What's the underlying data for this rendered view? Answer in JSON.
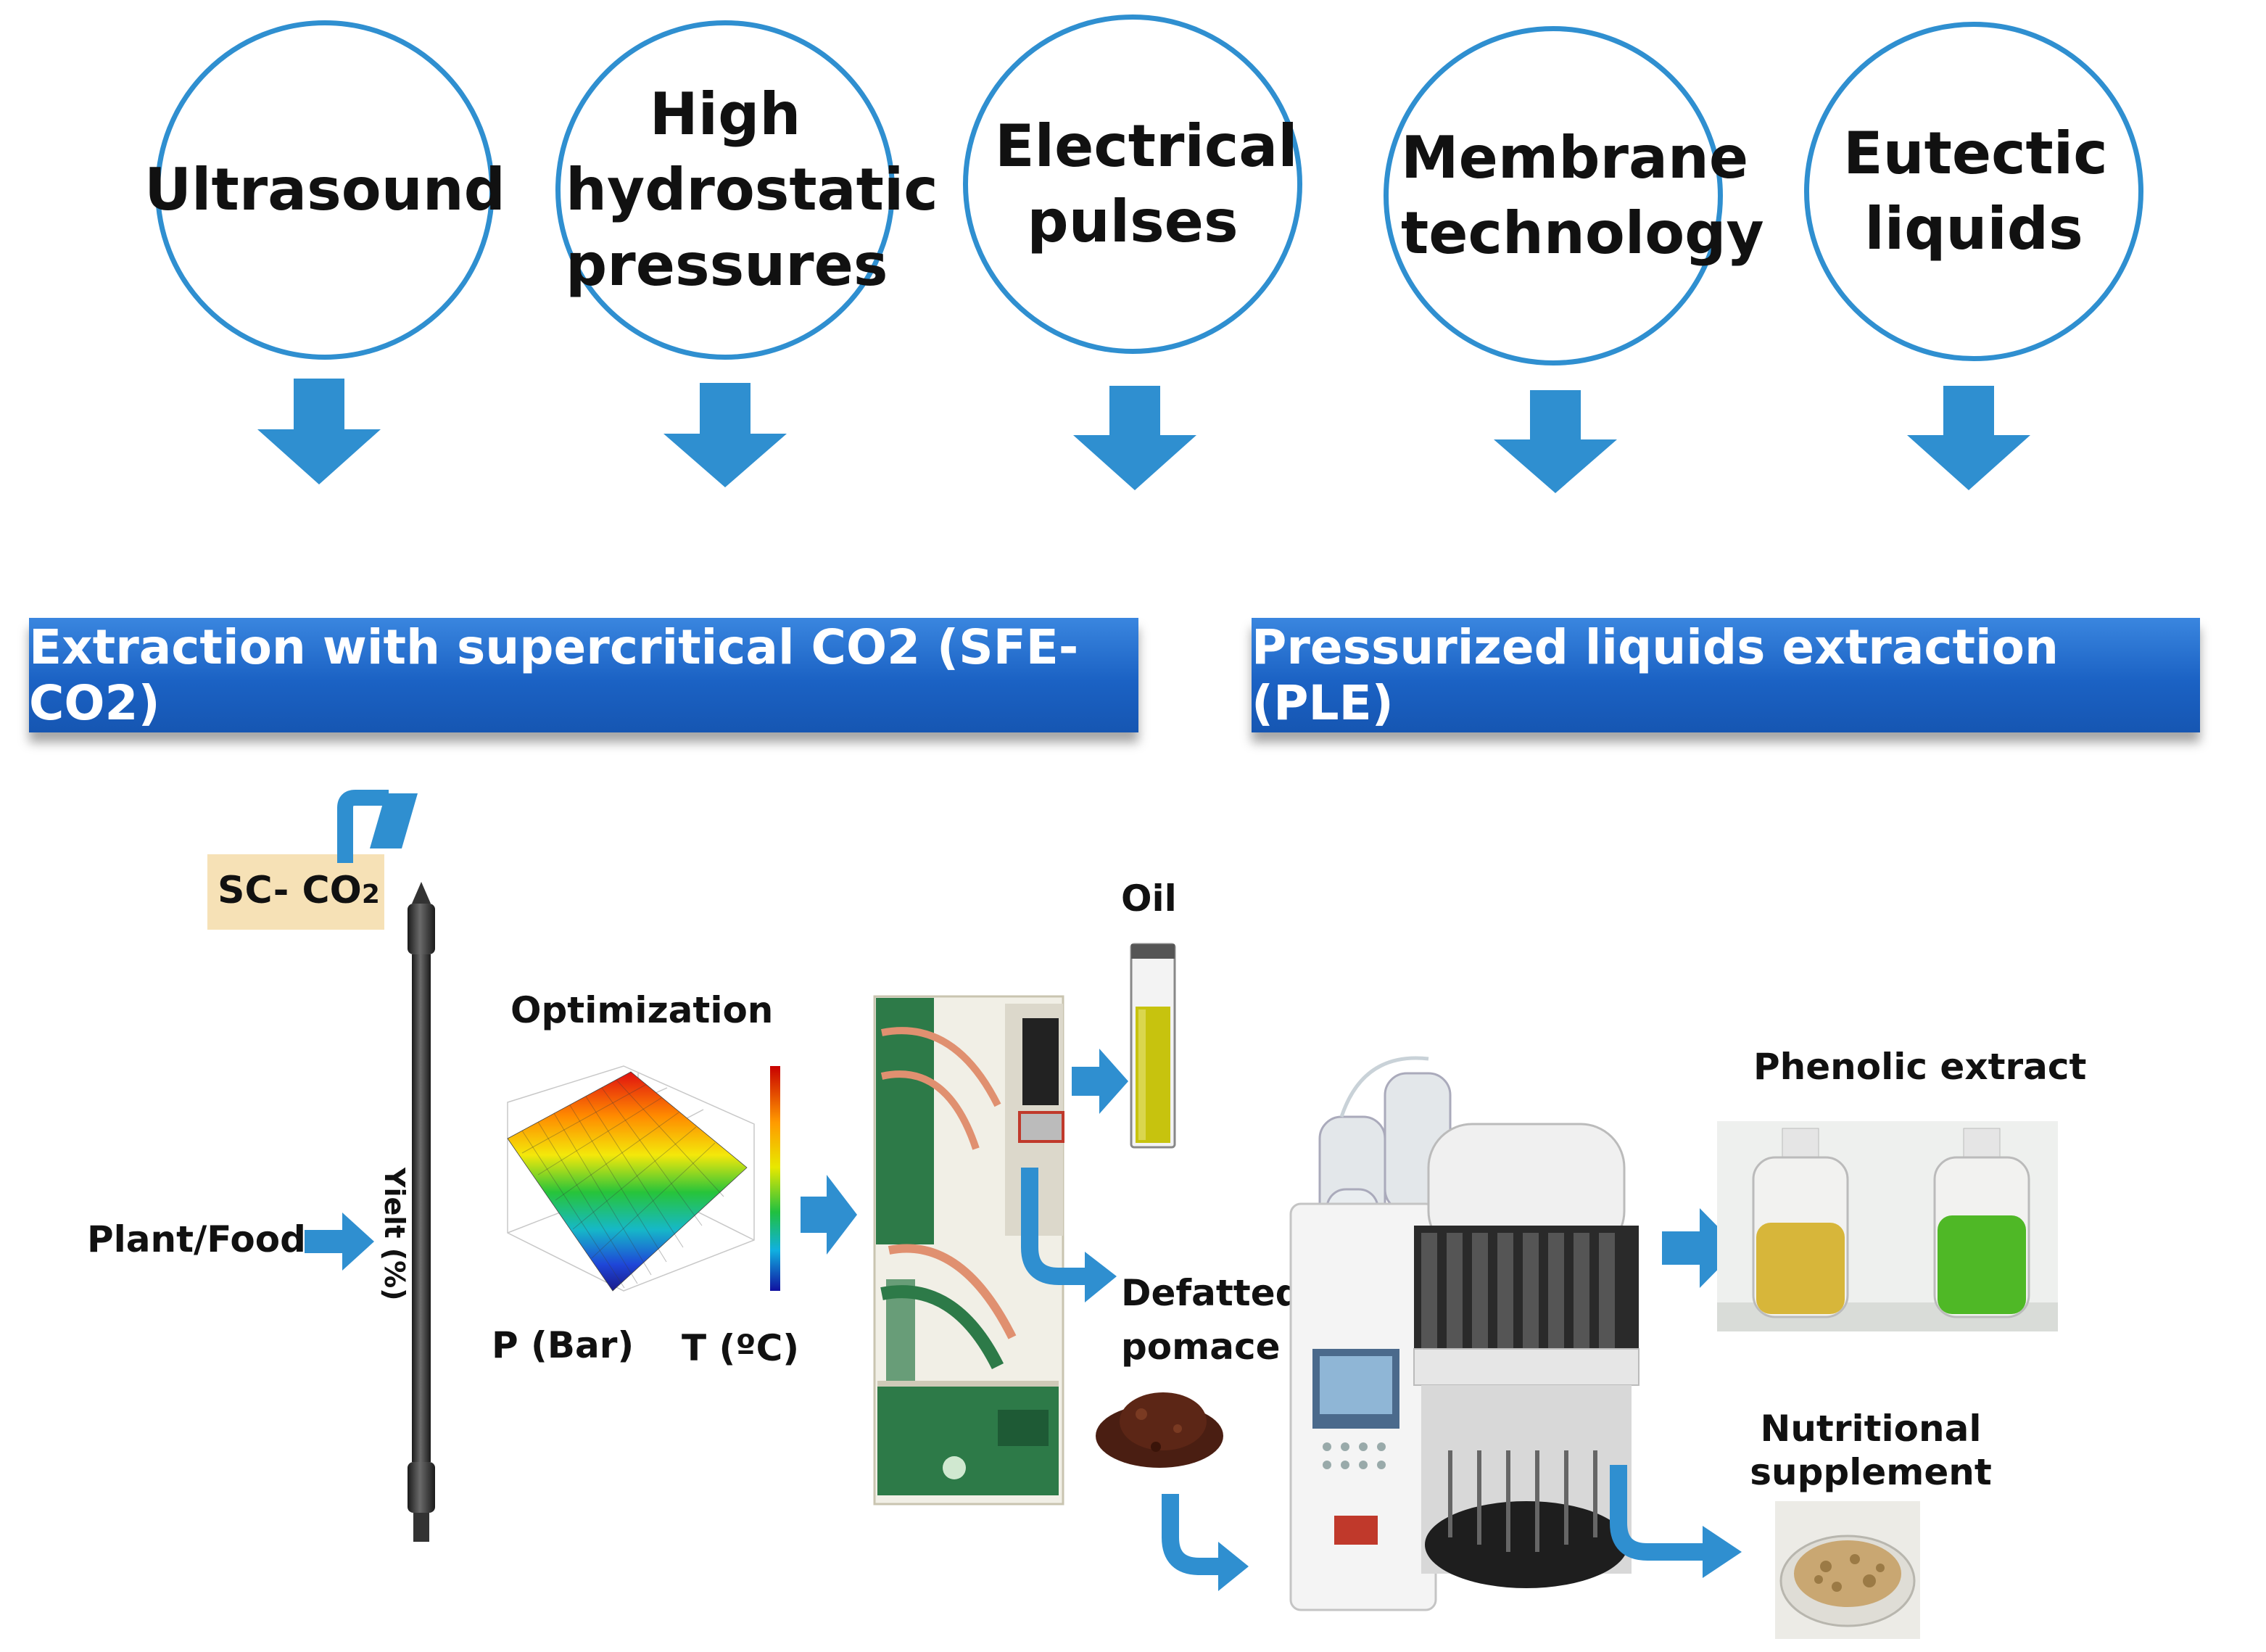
{
  "techniques": [
    {
      "label": "Ultrasound"
    },
    {
      "label": "High hydrostatic pressures"
    },
    {
      "label": "Electrical pulses"
    },
    {
      "label": "Membrane technology"
    },
    {
      "label": "Eutectic liquids"
    }
  ],
  "banners": {
    "sfe": "Extraction with supercritical CO2 (SFE-CO2)",
    "ple": "Pressurized liquids extraction (PLE)"
  },
  "labels": {
    "sc_co2_prefix": "SC- CO",
    "sc_co2_sub": "2",
    "plant_food": "Plant/Food",
    "optimization": "Optimization",
    "yield_axis": "Yielt (%)",
    "p_axis": "P (Bar)",
    "t_axis": "T (ºC)",
    "oil": "Oil",
    "defatted_pomace": "Defatted pomace",
    "phenolic_extract": "Phenolic extract",
    "nutritional_supplement": "Nutritional supplement"
  },
  "colors": {
    "circle_border": "#2f8fd0",
    "arrow": "#2f8fd0",
    "banner": "#1b62c4",
    "sc_co2_box": "#f6e1b6",
    "divider": "#111111"
  }
}
